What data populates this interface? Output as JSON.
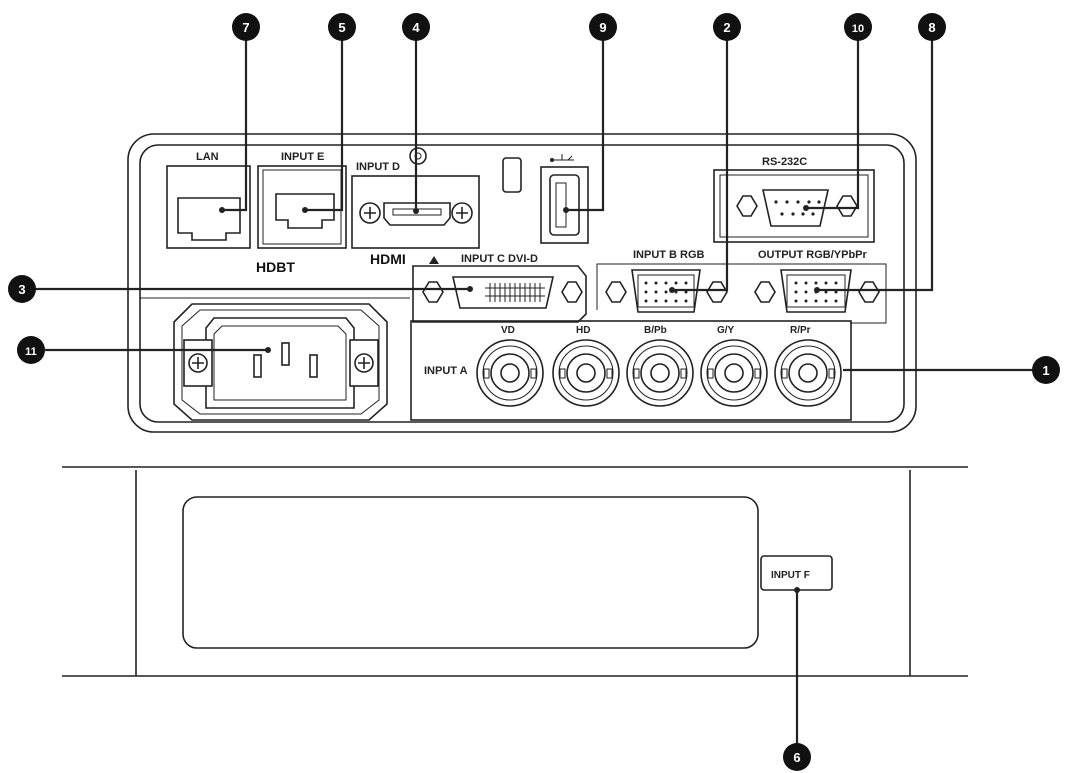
{
  "labels": {
    "lan": "LAN",
    "input_e": "INPUT E",
    "input_d": "INPUT D",
    "hdmi_logo": "HDMI",
    "hdbt_logo": "HDBT",
    "input_c": "INPUT C DVI-D",
    "input_b": "INPUT B RGB",
    "output": "OUTPUT RGB/YPbPr",
    "rs232c": "RS-232C",
    "input_a": "INPUT A",
    "vd": "VD",
    "hd": "HD",
    "b_pb": "B/Pb",
    "g_y": "G/Y",
    "r_pr": "R/Pr",
    "input_f": "INPUT F"
  },
  "callouts": [
    {
      "num": "1",
      "target": "input-a-bnc"
    },
    {
      "num": "2",
      "target": "input-b-rgb"
    },
    {
      "num": "3",
      "target": "input-c-dvi"
    },
    {
      "num": "4",
      "target": "input-d-hdmi"
    },
    {
      "num": "5",
      "target": "input-e-hdbaset"
    },
    {
      "num": "6",
      "target": "input-f-slot"
    },
    {
      "num": "7",
      "target": "lan-port"
    },
    {
      "num": "8",
      "target": "output-rgb"
    },
    {
      "num": "9",
      "target": "usb-port"
    },
    {
      "num": "10",
      "target": "rs232c-port"
    },
    {
      "num": "11",
      "target": "ac-in"
    }
  ]
}
